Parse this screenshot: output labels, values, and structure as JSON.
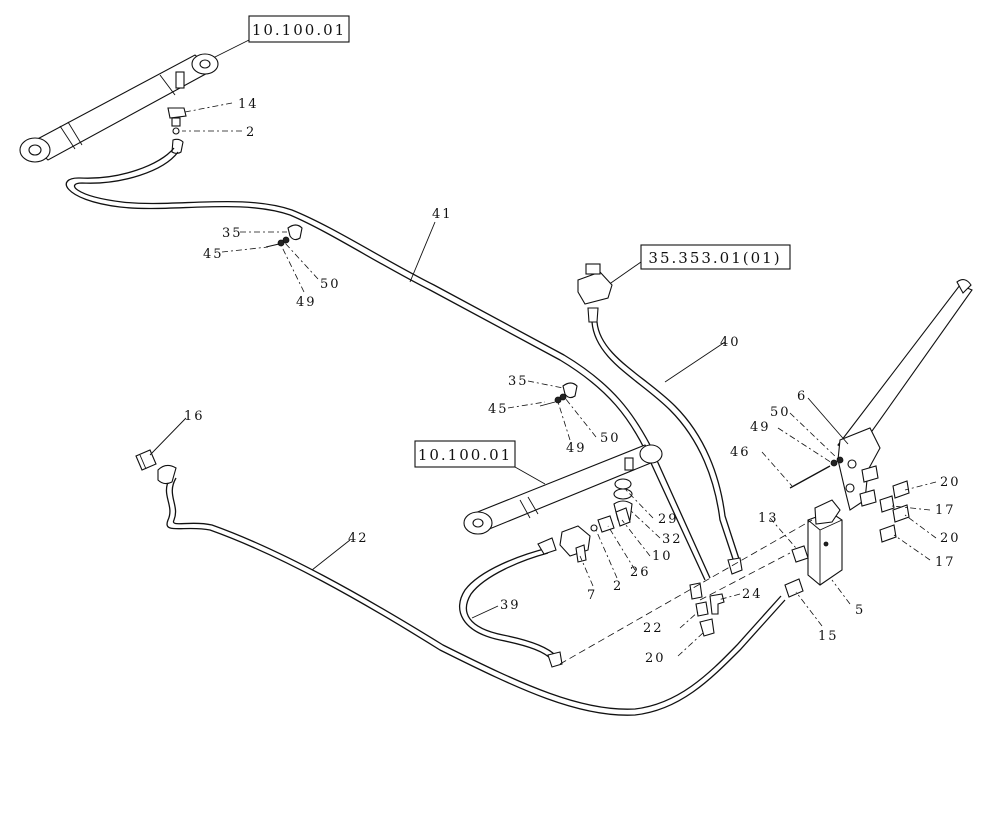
{
  "references": [
    {
      "id": "ref-top-left",
      "text": "10.100.01"
    },
    {
      "id": "ref-middle",
      "text": "10.100.01"
    },
    {
      "id": "ref-valve",
      "text": "35.353.01(01)"
    }
  ],
  "callouts": {
    "c14": "14",
    "c2a": "2",
    "c35a": "35",
    "c45a": "45",
    "c50a": "50",
    "c49a": "49",
    "c41": "41",
    "c40": "40",
    "c35b": "35",
    "c45b": "45",
    "c49b": "49",
    "c50b": "50",
    "c16": "16",
    "c42": "42",
    "c29": "29",
    "c32": "32",
    "c10": "10",
    "c26": "26",
    "c2b": "2",
    "c7": "7",
    "c39": "39",
    "c22": "22",
    "c24": "24",
    "c20a": "20",
    "c13": "13",
    "c15": "15",
    "c5": "5",
    "c46": "46",
    "c49c": "49",
    "c50c": "50",
    "c6": "6",
    "c20b": "20",
    "c17a": "17",
    "c20c": "20",
    "c17b": "17"
  }
}
